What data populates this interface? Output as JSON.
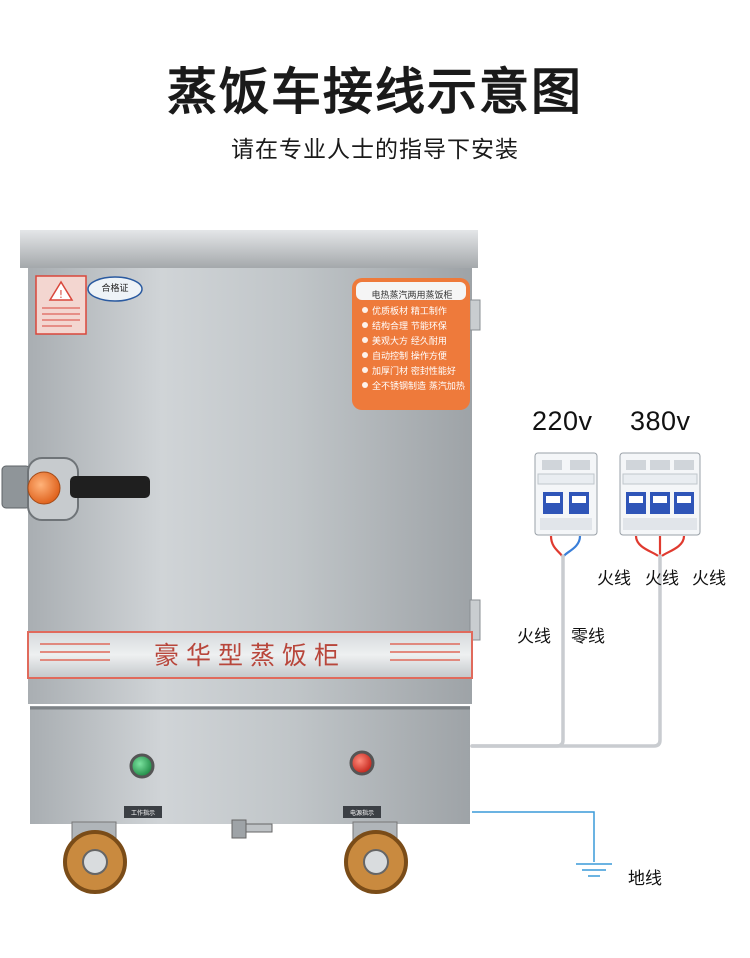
{
  "header": {
    "title": "蒸饭车接线示意图",
    "subtitle": "请在专业人士的指导下安装"
  },
  "cabinet": {
    "certificate_label": "合格证",
    "plate_title": "电热蒸汽两用蒸饭柜",
    "plate_lines": [
      "优质板材   精工制作",
      "结构合理   节能环保",
      "美观大方   经久耐用",
      "自动控制   操作方便",
      "加厚门材   密封性能好",
      "全不锈钢制造   蒸汽加热"
    ],
    "band_text": "豪华型蒸饭柜",
    "left_lamp_label": "工作指示",
    "right_lamp_label": "电源指示"
  },
  "breakers": {
    "single_phase": {
      "voltage": "220v",
      "labels": [
        "火线",
        "零线"
      ]
    },
    "three_phase": {
      "voltage": "380v",
      "labels": [
        "火线",
        "火线",
        "火线"
      ]
    }
  },
  "ground": {
    "label": "地线"
  },
  "colors": {
    "live_wire": "#e03a2f",
    "neutral_wire": "#3a7fd9",
    "ground_wire": "#3a9ad9",
    "steel": "#b9bec2",
    "accent_orange": "#ee7a3b"
  }
}
